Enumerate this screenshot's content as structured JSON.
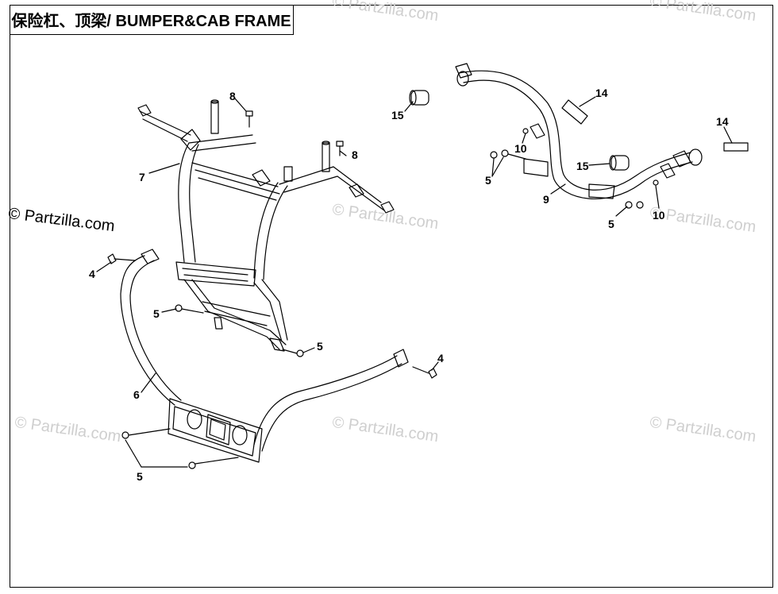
{
  "title": "保险杠、顶梁/ BUMPER&CAB FRAME",
  "copyright": "© Partzilla.com",
  "watermark": "© Partzilla.com",
  "callouts": {
    "c8a": "8",
    "c8b": "8",
    "c7": "7",
    "c4a": "4",
    "c4b": "4",
    "c5a": "5",
    "c5b": "5",
    "c5c": "5",
    "c5d": "5",
    "c5e": "5",
    "c6": "6",
    "c9": "9",
    "c10a": "10",
    "c10b": "10",
    "c14a": "14",
    "c14b": "14",
    "c15a": "15",
    "c15b": "15"
  }
}
